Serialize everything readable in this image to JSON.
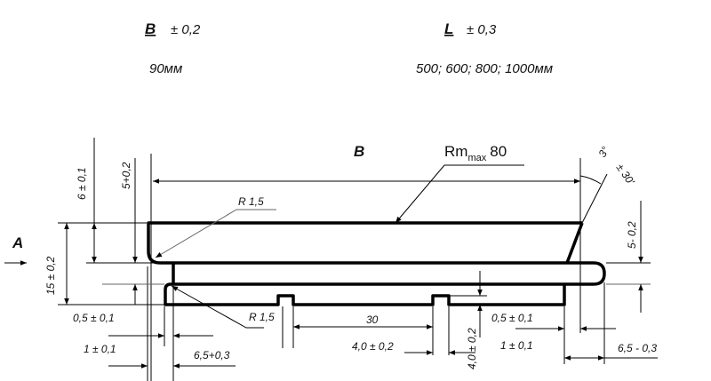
{
  "header": {
    "width_symbol": "B",
    "width_tolerance": "± 0,2",
    "width_value": "90мм",
    "length_symbol": "L",
    "length_tolerance": "± 0,3",
    "length_values": "500; 600; 800; 1000мм"
  },
  "drawing": {
    "view_label": "A",
    "width_label": "B",
    "roughness_main": "Rm",
    "roughness_sub": "max",
    "roughness_value": "80",
    "angle": "3°",
    "angle_tolerance": "± 30'",
    "radius_top": "R 1,5",
    "radius_bottom": "R 1,5",
    "dim_height_total": "15 ± 0,2",
    "dim_top_plate": "6 ± 0,1",
    "dim_left_gap": "5+0,2",
    "dim_right_gap": "5- 0,2",
    "dim_left_offset": "0,5  ± 0,1",
    "dim_left_step": "1 ± 0,1",
    "dim_left_lip": "6,5+0,3",
    "dim_groove_spacing": "30",
    "dim_groove_width": "4,0 ± 0,2",
    "dim_groove_depth": "4,0 ± 0,2",
    "dim_right_offset": "0,5 ± 0,1",
    "dim_right_step": "1 ± 0,1",
    "dim_right_lip": "6,5 - 0,3"
  }
}
